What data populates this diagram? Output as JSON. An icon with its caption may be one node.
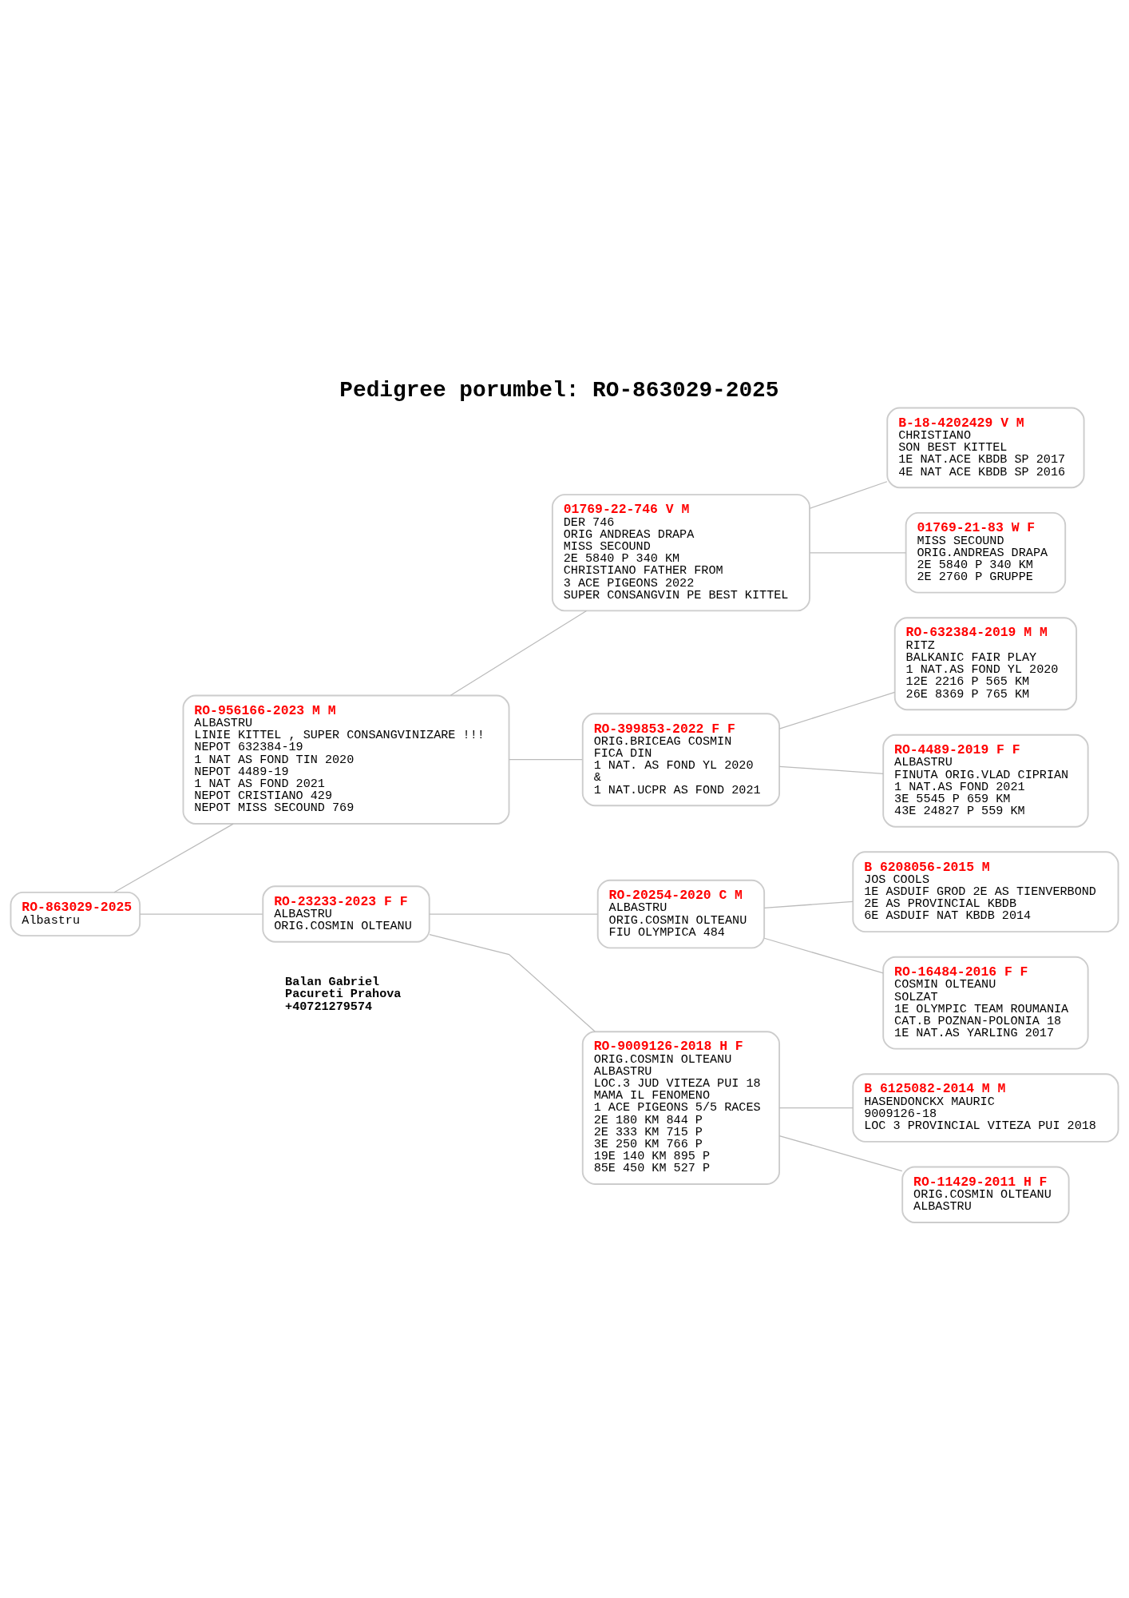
{
  "diagram": {
    "title": "Pedigree porumbel: RO-863029-2025",
    "nodes": [
      {
        "text": [
          "RO-863029-2025",
          "Albastru"
        ]
      },
      {
        "text": [
          "RO-956166-2023 M M",
          "ALBASTRU",
          "LINIE KITTEL , SUPER CONSANGVINIZARE !!!",
          "NEPOT 632384-19",
          "1 NAT AS FOND TIN 2020",
          "NEPOT 4489-19",
          "1 NAT AS FOND 2021",
          "NEPOT CRISTIANO 429",
          "NEPOT MISS SECOUND 769"
        ]
      },
      {
        "text": [
          "RO-23233-2023 F F",
          "ALBASTRU",
          "ORIG.COSMIN OLTEANU"
        ]
      },
      {
        "text": [
          "01769-22-746 V M",
          "DER 746",
          "ORIG ANDREAS DRAPA",
          "MISS SECOUND",
          "2E 5840 P 340 KM",
          "CHRISTIANO FATHER FROM",
          "3 ACE PIGEONS 2022",
          "SUPER CONSANGVIN PE BEST KITTEL"
        ]
      },
      {
        "text": [
          "RO-399853-2022 F F",
          "ORIG.BRICEAG COSMIN",
          "FICA DIN",
          "1 NAT. AS FOND YL 2020",
          "&",
          "1 NAT.UCPR AS FOND 2021"
        ]
      },
      {
        "text": [
          "RO-20254-2020 C M",
          "ALBASTRU",
          "ORIG.COSMIN OLTEANU",
          "FIU OLYMPICA 484"
        ]
      },
      {
        "text": [
          "RO-9009126-2018 H F",
          "ORIG.COSMIN OLTEANU",
          "ALBASTRU",
          "LOC.3 JUD VITEZA PUI 18",
          "MAMA IL FENOMENO",
          "1 ACE PIGEONS 5/5 RACES",
          "2E 180 KM 844 P",
          "2E 333 KM 715 P",
          "3E 250 KM 766 P",
          "19E 140 KM 895 P",
          "85E 450 KM 527 P"
        ]
      },
      {
        "text": [
          "B-18-4202429 V M",
          "CHRISTIANO",
          "SON BEST KITTEL",
          "1E NAT.ACE KBDB SP 2017",
          "4E NAT ACE KBDB SP 2016"
        ]
      },
      {
        "text": [
          "01769-21-83 W F",
          "MISS SECOUND",
          "ORIG.ANDREAS DRAPA",
          "2E 5840 P 340 KM",
          "2E 2760 P GRUPPE"
        ]
      },
      {
        "text": [
          "RO-632384-2019 M M",
          "RITZ",
          "BALKANIC FAIR PLAY",
          "1 NAT.AS FOND YL 2020",
          "12E 2216 P 565 KM",
          "26E 8369 P 765 KM"
        ]
      },
      {
        "text": [
          "RO-4489-2019 F F",
          "ALBASTRU",
          "FINUTA ORIG.VLAD CIPRIAN",
          "1 NAT.AS FOND 2021",
          "3E 5545 P 659 KM",
          "43E 24827 P 559 KM"
        ]
      },
      {
        "text": [
          "B 6208056-2015 M",
          "JOS COOLS",
          "1E ASDUIF GROD 2E AS TIENVERBOND",
          "2E AS PROVINCIAL KBDB",
          "6E ASDUIF NAT KBDB 2014"
        ]
      },
      {
        "text": [
          "RO-16484-2016 F F",
          "COSMIN OLTEANU",
          "SOLZAT",
          "1E OLYMPIC TEAM ROUMANIA",
          "CAT.B POZNAN-POLONIA 18",
          "1E NAT.AS YARLING 2017"
        ]
      },
      {
        "text": [
          "B 6125082-2014 M M",
          "HASENDONCKX MAURIC",
          "9009126-18",
          "LOC 3 PROVINCIAL VITEZA PUI 2018"
        ]
      },
      {
        "text": [
          "RO-11429-2011 H F",
          "ORIG.COSMIN OLTEANU",
          "ALBASTRU"
        ]
      }
    ],
    "edges": [
      {
        "from": 0,
        "to": 1,
        "arrow": "none"
      },
      {
        "from": 0,
        "to": 2,
        "arrow": "none"
      },
      {
        "from": 1,
        "to": 3,
        "arrow": "none"
      },
      {
        "from": 1,
        "to": 4,
        "arrow": "none"
      },
      {
        "from": 2,
        "to": 5,
        "arrow": "none"
      },
      {
        "from": 2,
        "to": 6,
        "arrow": "none"
      },
      {
        "from": 3,
        "to": 7,
        "arrow": "none"
      },
      {
        "from": 3,
        "to": 8,
        "arrow": "none"
      },
      {
        "from": 4,
        "to": 9,
        "arrow": "none"
      },
      {
        "from": 4,
        "to": 10,
        "arrow": "none"
      },
      {
        "from": 5,
        "to": 11,
        "arrow": "none"
      },
      {
        "from": 5,
        "to": 12,
        "arrow": "none"
      },
      {
        "from": 6,
        "to": 13,
        "arrow": "none"
      },
      {
        "from": 6,
        "to": 14,
        "arrow": "none"
      }
    ],
    "labels": [
      "Balan Gabriel",
      "Pacureti Prahova",
      "+40721279574"
    ]
  }
}
